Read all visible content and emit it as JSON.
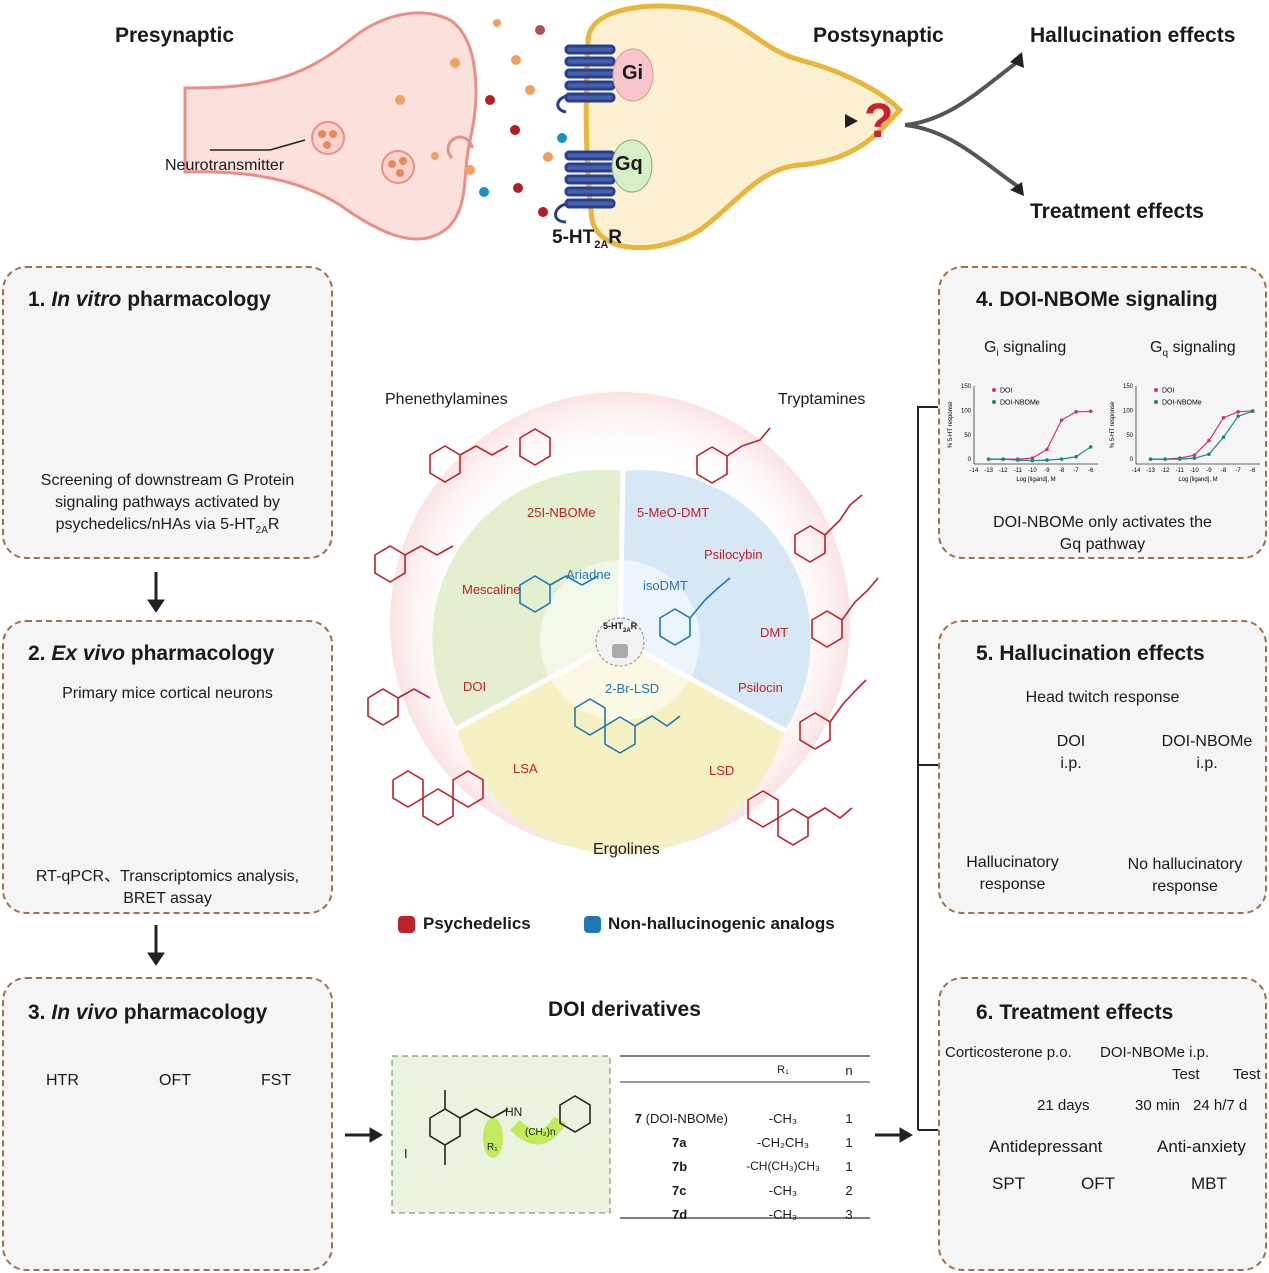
{
  "top": {
    "presynaptic": "Presynaptic",
    "postsynaptic": "Postsynaptic",
    "neurotransmitter": "Neurotransmitter",
    "gi": "Gi",
    "gq": "Gq",
    "receptor": "5-HT",
    "receptor_sub": "2A",
    "receptor_suffix": "R",
    "question": "?",
    "hallucination_effects": "Hallucination effects",
    "treatment_effects": "Treatment effects"
  },
  "panel1": {
    "num": "1.",
    "title_italic": "In vitro",
    "title_rest": "pharmacology",
    "text_line1": "Screening of downstream G Protein",
    "text_line2": "signaling pathways activated by",
    "text_line3": "psychedelics/nHAs via 5-HT",
    "text_sub": "2A",
    "text_suffix": "R"
  },
  "panel2": {
    "num": "2.",
    "title_italic": "Ex vivo",
    "title_rest": "pharmacology",
    "subtitle": "Primary mice cortical neurons",
    "text_line1": "RT-qPCR、Transcriptomics analysis,",
    "text_line2": "BRET assay"
  },
  "panel3": {
    "num": "3.",
    "title_italic": "In vivo",
    "title_rest": "pharmacology",
    "labels": [
      "HTR",
      "OFT",
      "FST"
    ]
  },
  "center_wheel": {
    "phenethylamines": "Phenethylamines",
    "tryptamines": "Tryptamines",
    "ergolines": "Ergolines",
    "hub": "5-HT",
    "hub_sub": "2A",
    "hub_suffix": "R",
    "red_names": [
      "25I-NBOMe",
      "Mescaline",
      "DOI",
      "5-MeO-DMT",
      "Psilocybin",
      "DMT",
      "Psilocin",
      "LSA",
      "LSD"
    ],
    "blue_names": [
      "Ariadne",
      "isoDMT",
      "2-Br-LSD"
    ],
    "legend_red": "Psychedelics",
    "legend_blue": "Non-hallucinogenic analogs",
    "colors": {
      "red": "#c0202a",
      "blue": "#1f78b4",
      "green_sector": "#e3efcf",
      "blue_sector": "#d6e8f5",
      "yellow_sector": "#f6f1c2"
    }
  },
  "derivatives": {
    "title": "DOI derivatives",
    "header": [
      "",
      "R₁",
      "n"
    ],
    "rows": [
      {
        "id": "7",
        "note": "(DOI-NBOMe)",
        "r1": "-CH₃",
        "n": "1"
      },
      {
        "id": "7a",
        "note": "",
        "r1": "-CH₂CH₃",
        "n": "1"
      },
      {
        "id": "7b",
        "note": "",
        "r1": "-CH(CH₃)CH₃",
        "n": "1"
      },
      {
        "id": "7c",
        "note": "",
        "r1": "-CH₃",
        "n": "2"
      },
      {
        "id": "7d",
        "note": "",
        "r1": "-CH₃",
        "n": "3"
      }
    ],
    "structure_labels": {
      "r1": "R₁",
      "ch2n": "(CH₂)n",
      "nh": "H",
      "n": "N",
      "i": "I"
    }
  },
  "panel4": {
    "num": "4.",
    "title": "DOI-NBOMe signaling",
    "gi_label": "G",
    "gi_sub": "i",
    "gq_label": "G",
    "gq_sub": "q",
    "signaling": "signaling",
    "legend": [
      "DOI",
      "DOI-NBOMe"
    ],
    "ylabel": "% 5-HT response",
    "xlabel": "Log [ligand], M",
    "conclusion_line1": "DOI-NBOMe only activates the",
    "conclusion_line2": "Gq pathway"
  },
  "chart_data": [
    {
      "type": "line",
      "title": "Gi signaling",
      "xlabel": "Log [ligand], M",
      "ylabel": "% 5-HT response",
      "xlim": [
        -14,
        -5.5
      ],
      "ylim": [
        -10,
        150
      ],
      "xticks": [
        "-14",
        "-13",
        "-12",
        "-11",
        "-10",
        "-9",
        "-8",
        "-7",
        "-6"
      ],
      "yticks": [
        "0",
        "50",
        "100",
        "150"
      ],
      "series": [
        {
          "name": "DOI",
          "color": "#d6336c",
          "x": [
            -13,
            -12,
            -11,
            -10,
            -9,
            -8,
            -7,
            -6
          ],
          "y": [
            0,
            0,
            0,
            2,
            20,
            80,
            97,
            98
          ]
        },
        {
          "name": "DOI-NBOMe",
          "color": "#138a80",
          "x": [
            -13,
            -12,
            -11,
            -10,
            -9,
            -8,
            -7,
            -6
          ],
          "y": [
            0,
            0,
            -2,
            -3,
            -2,
            0,
            5,
            25
          ]
        }
      ]
    },
    {
      "type": "line",
      "title": "Gq signaling",
      "xlabel": "Log [ligand], M",
      "ylabel": "% 5-HT response",
      "xlim": [
        -14,
        -5.5
      ],
      "ylim": [
        -10,
        150
      ],
      "xticks": [
        "-14",
        "-13",
        "-12",
        "-11",
        "-10",
        "-9",
        "-8",
        "-7",
        "-6"
      ],
      "yticks": [
        "0",
        "50",
        "100",
        "150"
      ],
      "series": [
        {
          "name": "DOI",
          "color": "#d6336c",
          "x": [
            -13,
            -12,
            -11,
            -10,
            -9,
            -8,
            -7,
            -6
          ],
          "y": [
            0,
            0,
            2,
            8,
            38,
            85,
            97,
            99
          ]
        },
        {
          "name": "DOI-NBOMe",
          "color": "#138a80",
          "x": [
            -13,
            -12,
            -11,
            -10,
            -9,
            -8,
            -7,
            -6
          ],
          "y": [
            0,
            0,
            0,
            2,
            10,
            45,
            88,
            98
          ]
        }
      ]
    }
  ],
  "panel5": {
    "num": "5.",
    "title": "Hallucination effects",
    "subtitle": "Head twitch response",
    "left_drug_line1": "DOI",
    "left_drug_line2": "i.p.",
    "right_drug_line1": "DOI-NBOMe",
    "right_drug_line2": "i.p.",
    "left_result_line1": "Hallucinatory",
    "left_result_line2": "response",
    "right_result_line1": "No hallucinatory",
    "right_result_line2": "response"
  },
  "panel6": {
    "num": "6.",
    "title": "Treatment effects",
    "cort": "Corticosterone p.o.",
    "nbome": "DOI-NBOMe i.p.",
    "test1": "Test",
    "test2": "Test",
    "days": "21 days",
    "min": "30 min",
    "hd": "24 h/7 d",
    "antidep": "Antidepressant",
    "antianx": "Anti-anxiety",
    "spt": "SPT",
    "oft": "OFT",
    "mbt": "MBT"
  }
}
